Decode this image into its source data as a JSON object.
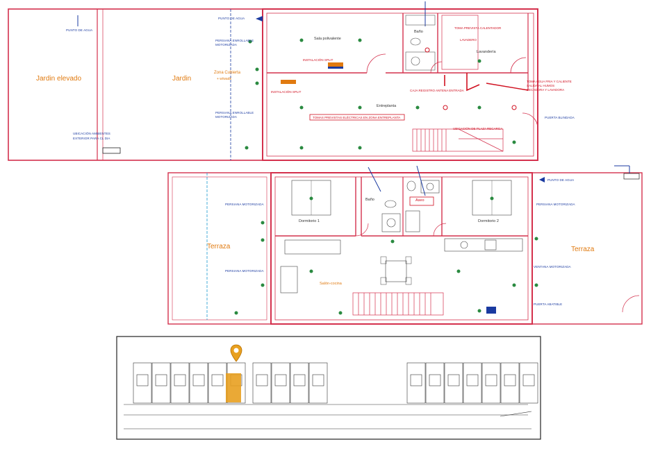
{
  "ground_floor": {
    "rooms": {
      "jardin_elevado": "Jardin elevado",
      "jardin": "Jardin",
      "zona_cubierta": "Zona Cubierta",
      "zona_cubierta_2": "+ w/wadx",
      "sala_polivalente": "Sala polivalente",
      "bano": "Baño",
      "lavanderia": "Lavandería",
      "entreplanta": "Entreplanta"
    },
    "notes": {
      "punto_agua_1": "PUNTO DE AGUA",
      "punto_agua_2": "PUNTO DE AGUA",
      "instalacion_1": "INSTALACIÓN SPLIT",
      "instalacion_2": "INSTALACIÓN SPLIT",
      "ubicacion_1": "UBICACIÓN AMBIENTES",
      "ubicacion_2": "EXTERIOR PARA CL DIA",
      "persiana_1": "PERSIANA ENROLLABLE",
      "persiana_2": "MOTORIZADA",
      "persiana_3": "PERSIANA ENROLLABLE",
      "persiana_4": "MOTORIZADA",
      "toma_1": "TOMA PREVISTA CALENTADOR",
      "caja_1": "CAJA REGISTRO ANTENA ENTRADA",
      "toma_2": "TOMA AGUA FRIA Y CALIENTE",
      "toma_3": "SALIDA AL HUMOS",
      "toma_4": "SECADORA Y LAVADORA",
      "puerta_1": "PUERTA BLINDADA",
      "red_box": "TOMAS PREVISTAS ELÉCTRICAS EN ZONA ENTREPLANTA",
      "ubicacion_3": "UBICACIÓN DE PLAZA RECARGA",
      "lavadero": "LAVADERO"
    }
  },
  "upper_floor": {
    "rooms": {
      "terraza_left": "Terraza",
      "dormitorio_1": "Dormitorio 1",
      "bano": "Baño",
      "aseo": "Aseo",
      "dormitorio_2": "Dormitorio 2",
      "terraza_right": "Terraza",
      "salon_cocina": "Salón-cocina"
    },
    "notes": {
      "persiana_1": "PERSIANA MOTORIZADA",
      "persiana_2": "PERSIANA MOTORIZADA",
      "persiana_3": "PERSIANA MOTORIZADA",
      "persiana_4": "VENTANA MOTORIZADA",
      "punto_agua": "PUNTO DE AGUA",
      "puerta": "PUERTA ABATIBLE"
    }
  },
  "site_plan": {
    "marker_icon": "location-pin-icon",
    "highlight_color": "#e8a020"
  },
  "colors": {
    "walls": "#d4304c",
    "water": "#1a3aa0",
    "accent": "#e07a10",
    "fixtures": "#2a8a40"
  }
}
